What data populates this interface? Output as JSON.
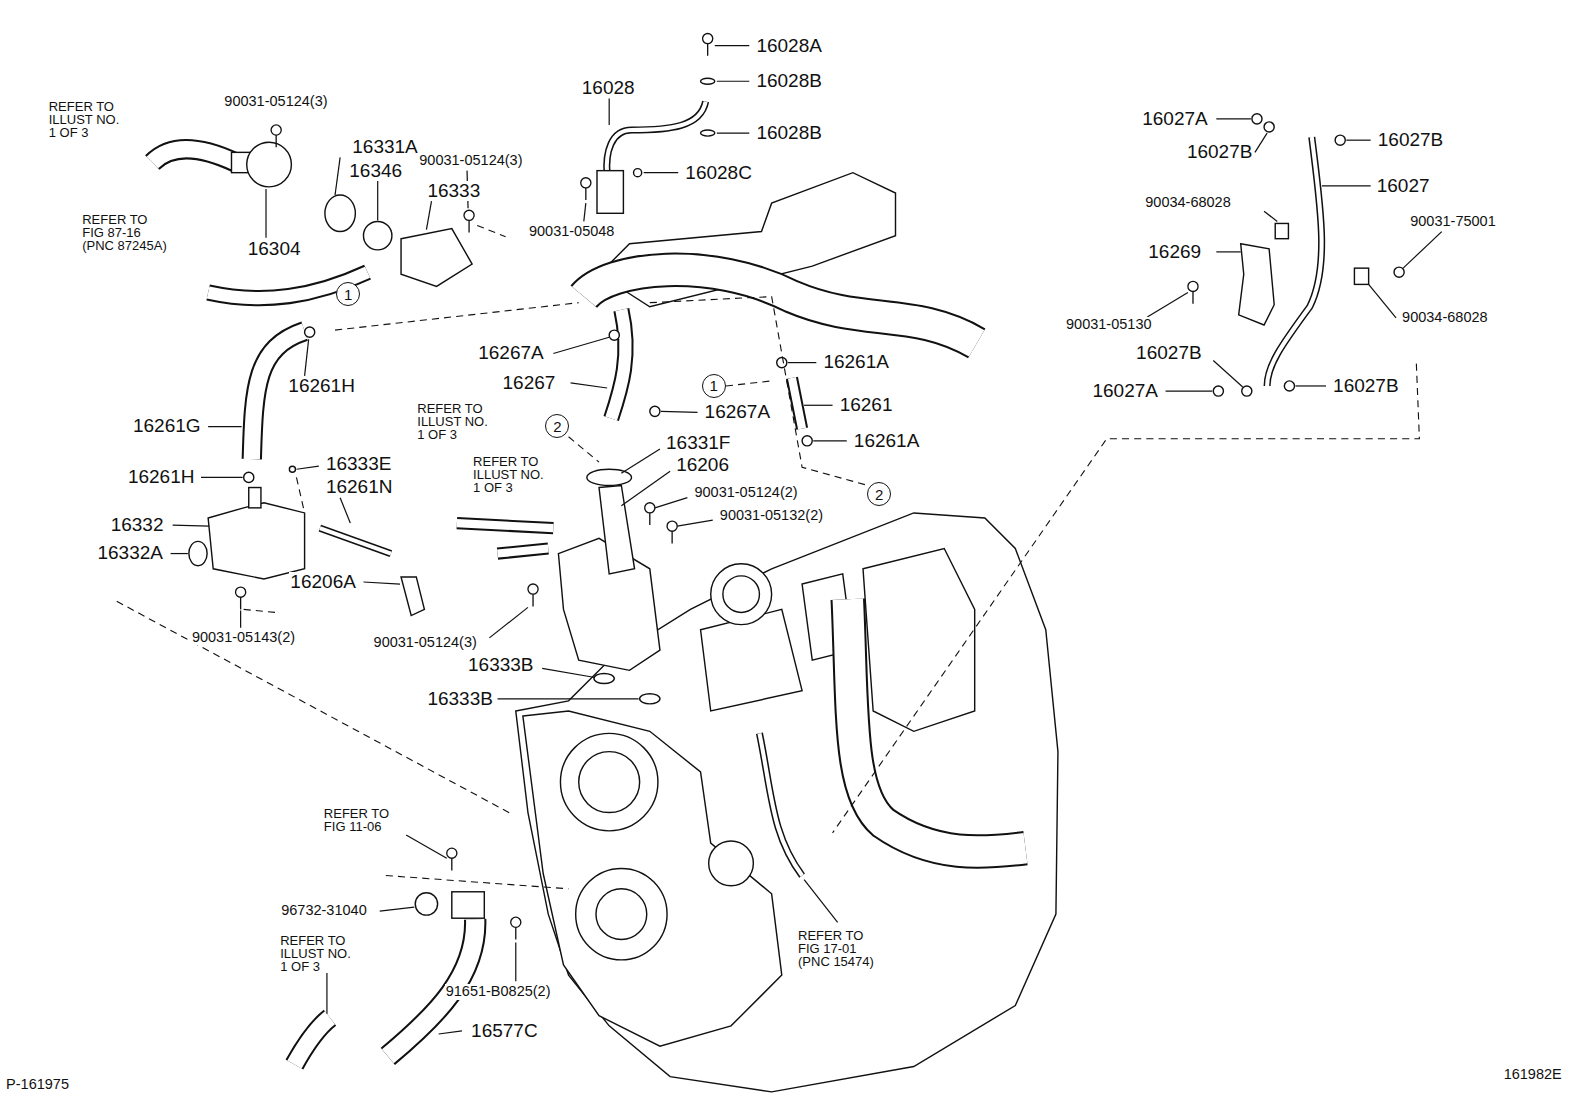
{
  "diagram": {
    "nodes": [
      {
        "text": [
          "1"
        ]
      },
      {
        "text": [
          "1"
        ]
      },
      {
        "text": [
          "2"
        ]
      },
      {
        "text": [
          "2"
        ]
      }
    ],
    "labels": [
      "REFER TO ILLUST NO. 1 OF 3",
      "90031-05124(3)",
      "16331A",
      "16346",
      "90031-05124(3)",
      "16333",
      "REFER TO FIG 87-16 (PNC 87245A)",
      "16304",
      "16028",
      "16028A",
      "16028B",
      "16028B",
      "16028C",
      "90031-05048",
      "16027A",
      "16027B",
      "16027B",
      "16027",
      "90034-68028",
      "90031-75001",
      "16269",
      "90031-05130",
      "90034-68028",
      "16027B",
      "16027A",
      "16027B",
      "16261H",
      "16267A",
      "16261A",
      "16267",
      "16267A",
      "16261",
      "16261A",
      "16261G",
      "REFER TO ILLUST NO. 1 OF 3",
      "16331F",
      "16206",
      "REFER TO ILLUST NO. 1 OF 3",
      "16261H",
      "16333E",
      "16261N",
      "90031-05124(2)",
      "90031-05132(2)",
      "16332",
      "16332A",
      "16206A",
      "90031-05143(2)",
      "90031-05124(3)",
      "16333B",
      "16333B",
      "REFER TO FIG 11-06",
      "96732-31040",
      "REFER TO ILLUST NO. 1 OF 3",
      "91651-B0825(2)",
      "16577C",
      "REFER TO FIG 17-01 (PNC 15474)",
      "P-161975",
      "161982E"
    ]
  }
}
